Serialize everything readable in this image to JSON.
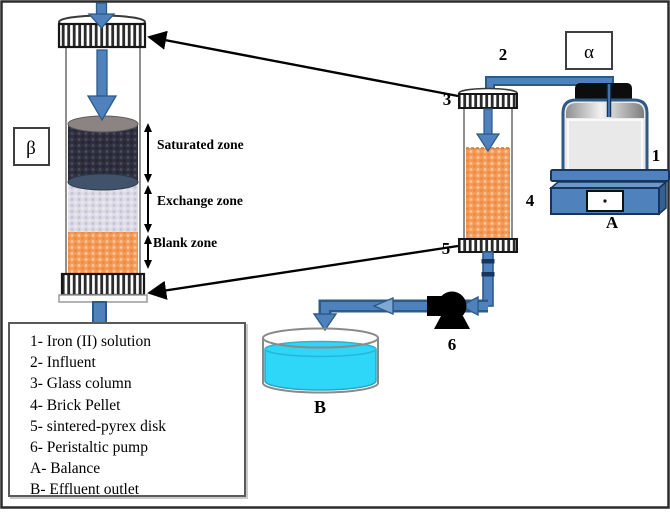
{
  "figure": {
    "description": "Column adsorption experimental setup diagram"
  },
  "labels": {
    "num_1": "1",
    "num_2": "2",
    "num_3": "3",
    "num_4": "4",
    "num_5": "5",
    "num_6": "6",
    "letter_a": "A",
    "letter_b": "B",
    "alpha": "α",
    "beta": "β"
  },
  "zones": {
    "saturated": "Saturated zone",
    "exchange": "Exchange zone",
    "blank": "Blank zone"
  },
  "legend": {
    "items": [
      "1- Iron (II) solution",
      "2- Influent",
      "3- Glass column",
      "4- Brick Pellet",
      "5- sintered-pyrex disk",
      "6- Peristaltic pump",
      "A- Balance",
      "B- Effluent outlet"
    ]
  },
  "colors": {
    "pipe_fill": "#4f81bd",
    "pipe_outline": "#2e5a88",
    "pellet_orange": "#f59b57",
    "saturated_dark": "#2e303f",
    "saturated_top_ellipse": "#8b8482",
    "saturated_bottom_ellipse": "#41536b",
    "exchange_light": "#dcdbe6",
    "effluent_cyan": "#2ed6f7",
    "balance_blue": "#4f81bd",
    "pump_black": "#000000",
    "bottle_liquid": "#eaeaea"
  }
}
